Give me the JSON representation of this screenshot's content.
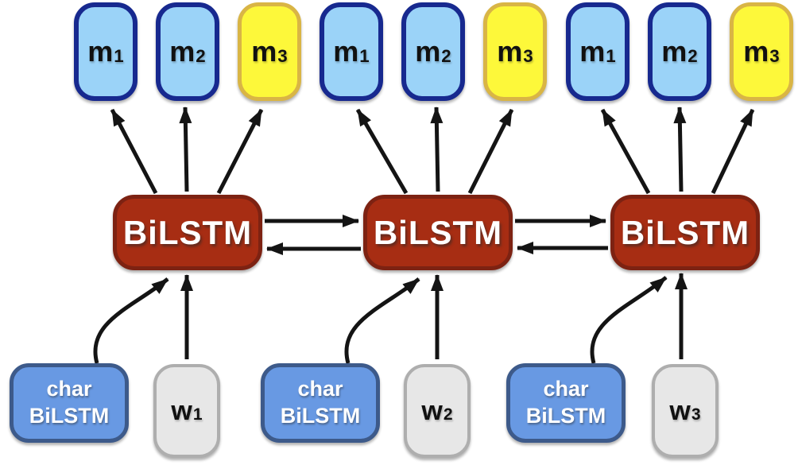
{
  "diagram": {
    "colors": {
      "memory_blue": "#9bd3f8",
      "memory_border_blue": "#17298f",
      "memory_yellow": "#fdf83a",
      "memory_border_yellow": "#d9b545",
      "bilstm_fill": "#a72d13",
      "bilstm_border": "#7d2212",
      "char_fill": "#6899e3",
      "char_border": "#3d5a8a",
      "word_fill": "#e7e7e7",
      "word_border": "#aeaeae",
      "arrow": "#141414"
    },
    "memory_cells": [
      {
        "base": "m",
        "sub": "1",
        "variant": "blue"
      },
      {
        "base": "m",
        "sub": "2",
        "variant": "blue"
      },
      {
        "base": "m",
        "sub": "3",
        "variant": "yellow"
      },
      {
        "base": "m",
        "sub": "1",
        "variant": "blue"
      },
      {
        "base": "m",
        "sub": "2",
        "variant": "blue"
      },
      {
        "base": "m",
        "sub": "3",
        "variant": "yellow"
      },
      {
        "base": "m",
        "sub": "1",
        "variant": "blue"
      },
      {
        "base": "m",
        "sub": "2",
        "variant": "blue"
      },
      {
        "base": "m",
        "sub": "3",
        "variant": "yellow"
      }
    ],
    "bilstm_nodes": [
      {
        "label": "BiLSTM"
      },
      {
        "label": "BiLSTM"
      },
      {
        "label": "BiLSTM"
      }
    ],
    "char_nodes": [
      {
        "line1": "char",
        "line2": "BiLSTM"
      },
      {
        "line1": "char",
        "line2": "BiLSTM"
      },
      {
        "line1": "char",
        "line2": "BiLSTM"
      }
    ],
    "word_nodes": [
      {
        "base": "w",
        "sub": "1"
      },
      {
        "base": "w",
        "sub": "2"
      },
      {
        "base": "w",
        "sub": "3"
      }
    ]
  }
}
